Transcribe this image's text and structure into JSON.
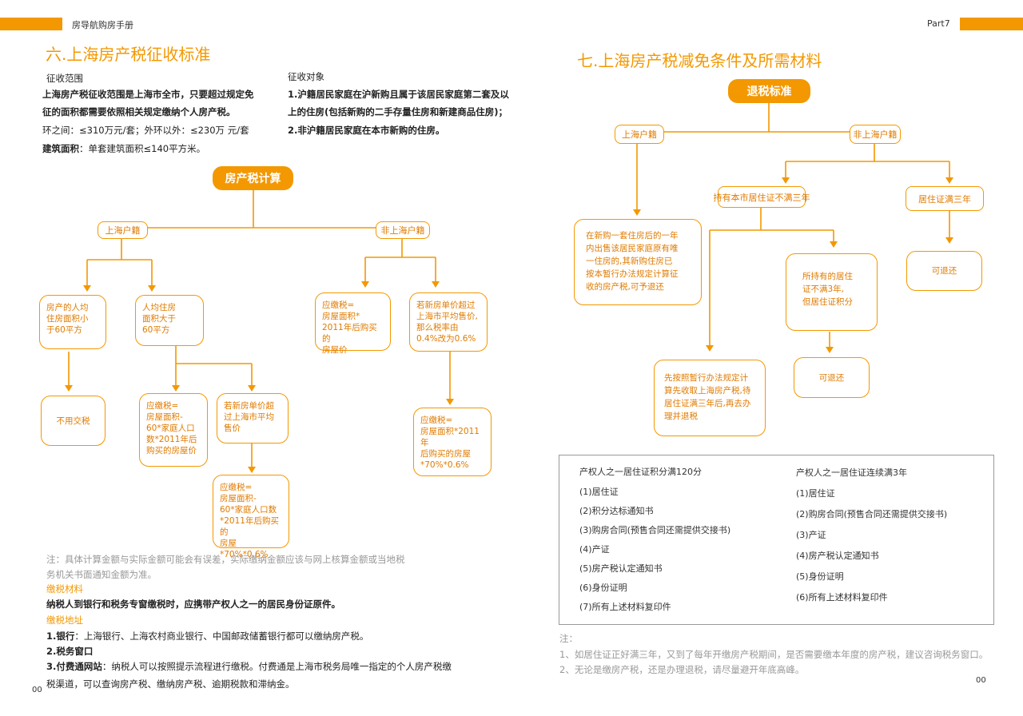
{
  "header": {
    "left_title": "房导航购房手册",
    "right_part": "Part7"
  },
  "left": {
    "title": "六.上海房产税征收标准",
    "scope": {
      "heading": "征收范围",
      "line1": "上海房产税征收范围是上海市全市，只要超过规定免",
      "line2": "征的面积都需要依照相关规定缴纳个人房产税。",
      "line3": "环之间：≤310万元/套；外环以外：≤230万 元/套",
      "area_label": "建筑面积",
      "area_text": "：单套建筑面积≤140平方米。"
    },
    "target": {
      "heading": "征收对象",
      "line1": "1.沪籍居民家庭在沪新购且属于该居民家庭第二套及以",
      "line2": "上的住房(包括新购的二手存量住房和新建商品住房)；",
      "line3": "2.非沪籍居民家庭在本市新购的住房。"
    },
    "flow": {
      "root": "房产税计算",
      "hk_local": "上海户籍",
      "hk_nonlocal": "非上海户籍",
      "n_under60": "房产的人均\n住房面积小\n于60平方",
      "n_over60": "人均住房\n面积大于\n60平方",
      "n_exempt": "不用交税",
      "n_formula1": "应缴税=\n房屋面积-\n60*家庭人口\n数*2011年后\n购买的房屋价",
      "n_ifprice": "若新房单价超\n过上海市平均\n售价",
      "n_formula2": "应缴税=\n房屋面积-\n60*家庭人口数\n*2011年后购买的\n房屋*70%*0.6%",
      "n_nl_formula": "应缴税=\n房屋面积*\n2011年后购买的\n房屋价",
      "n_nl_ifprice": "若新房单价超过\n上海市平均售价,\n那么税率由\n0.4%改为0.6%",
      "n_nl_formula2": "应缴税=\n房屋面积*2011年\n后购买的房屋\n*70%*0.6%"
    },
    "note1": "注：具体计算金额与实际金额可能会有误差，实际缴纳金额应该与网上核算金额或当地税",
    "note2": "务机关书面通知金额为准。",
    "material_heading": "缴税材料",
    "material_text": "纳税人到银行和税务专窗缴税时，应携带产权人之一的居民身份证原件。",
    "address_heading": "缴税地址",
    "addr1_label": "1.银行",
    "addr1_text": "：上海银行、上海农村商业银行、中国邮政储蓄银行都可以缴纳房产税。",
    "addr2": "2.税务窗口",
    "addr3_label": "3.付费通网站",
    "addr3_text": "：纳税人可以按照提示流程进行缴税。付费通是上海市税务局唯一指定的个人房产税缴",
    "addr3_text2": "税渠道，可以查询房产税、缴纳房产税、逾期税款和滞纳金。",
    "page_no": "00"
  },
  "right": {
    "title": "七.上海房产税减免条件及所需材料",
    "flow": {
      "root": "退税标准",
      "hk_local": "上海户籍",
      "hk_nonlocal": "非上海户籍",
      "n_local_rule": "在新购一套住房后的一年\n内出售该居民家庭原有唯\n一住房的,其新购住房已\n按本暂行办法规定计算征\n收的房产税,可予退还",
      "n_under3": "持有本市居住证不满三年",
      "n_full3": "居住证满三年",
      "n_refund_a": "可退还",
      "n_points": "所持有的居住\n证不满3年,\n但居住证积分",
      "n_refund_b": "可退还",
      "n_collect": "先按照暂行办法规定计\n算先收取上海房产税,待\n居住证满三年后,再去办\n理并退税"
    },
    "materials": {
      "col1_head": "产权人之一居住证积分满120分",
      "col1_items": [
        "(1)居住证",
        "(2)积分达标通知书",
        "(3)购房合同(预售合同还需提供交接书)",
        "(4)产证",
        "(5)房产税认定通知书",
        "(6)身份证明",
        "(7)所有上述材料复印件"
      ],
      "col2_head": "产权人之一居住证连续满3年",
      "col2_items": [
        "(1)居住证",
        "(2)购房合同(预售合同还需提供交接书)",
        "(3)产证",
        "(4)房产税认定通知书",
        "(5)身份证明",
        "(6)所有上述材料复印件"
      ]
    },
    "note_label": "注：",
    "note1": "1、如居住证正好满三年，又到了每年开缴房产税期间，是否需要缴本年度的房产税，建议咨询税务窗口。",
    "note2": "2、无论是缴房产税，还是办理退税，请尽量避开年底高峰。",
    "page_no": "00"
  }
}
